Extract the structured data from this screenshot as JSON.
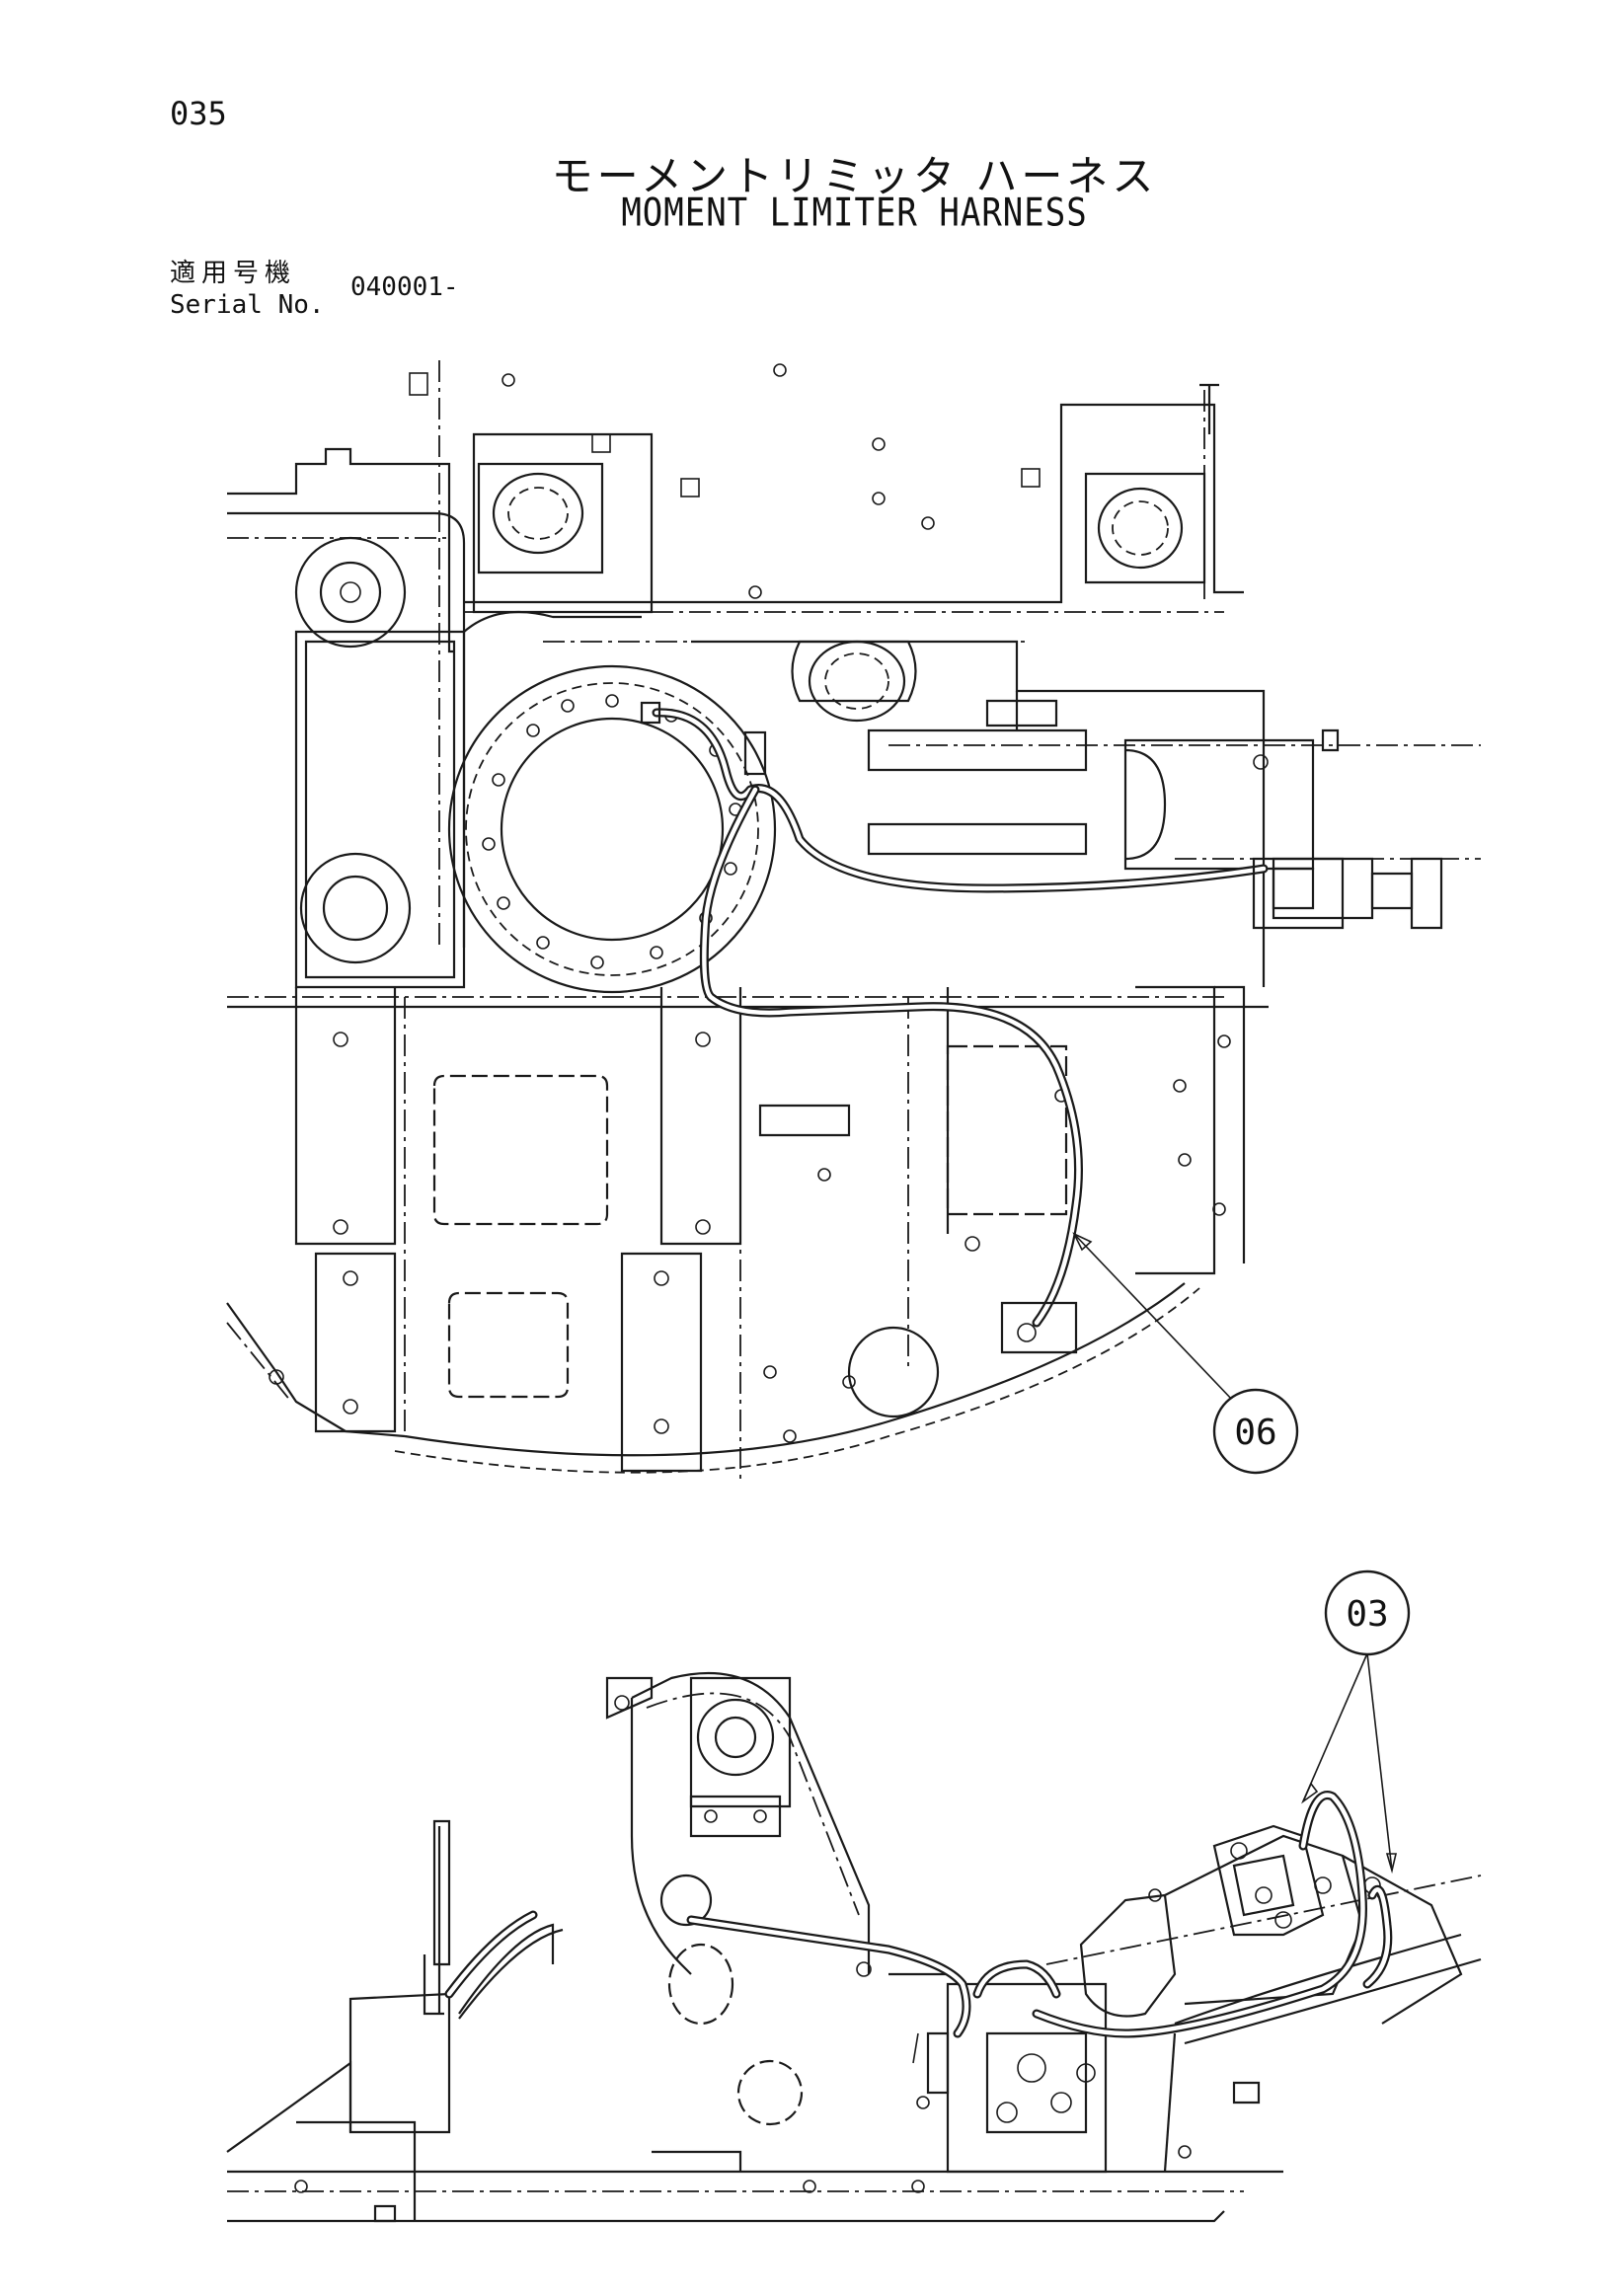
{
  "page": {
    "number": "035",
    "title_ja": "モーメントリミッタ ハーネス",
    "title_en": "MOMENT LIMITER HARNESS"
  },
  "serial": {
    "label_ja": "適用号機",
    "label_en": "Serial No.",
    "value": "040001-"
  },
  "callouts": [
    {
      "id": "callout-06",
      "label": "06"
    },
    {
      "id": "callout-03",
      "label": "03"
    }
  ]
}
